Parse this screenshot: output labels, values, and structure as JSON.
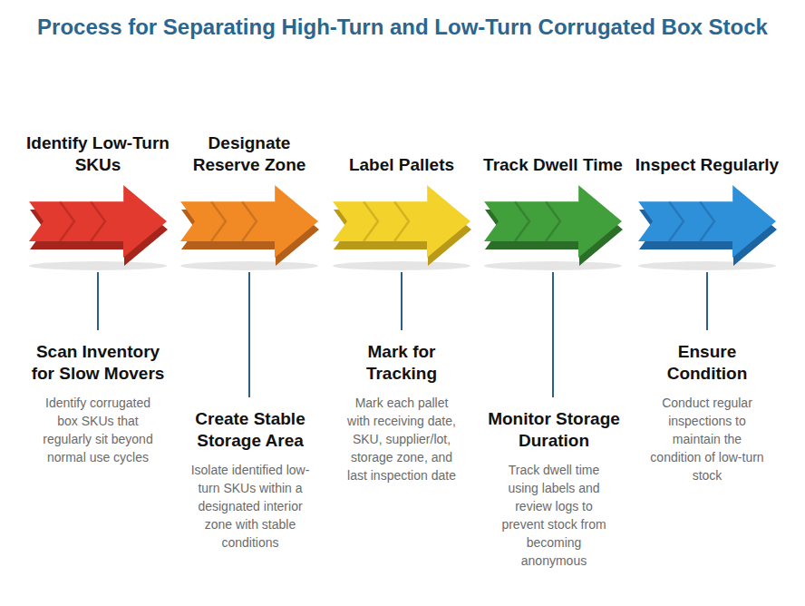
{
  "diagram": {
    "title": "Process for Separating High-Turn and Low-Turn Corrugated Box Stock",
    "nodes": [
      {
        "text": [
          "Identify Low-Turn SKUs"
        ]
      },
      {
        "text": [
          "Designate Reserve Zone"
        ]
      },
      {
        "text": [
          "Label Pallets"
        ]
      },
      {
        "text": [
          "Track Dwell Time"
        ]
      },
      {
        "text": [
          "Inspect Regularly"
        ]
      },
      {
        "text": [
          "Scan Inventory for Slow Movers",
          "Identify corrugated box SKUs that regularly sit beyond normal use cycles"
        ]
      },
      {
        "text": [
          "Create Stable Storage Area",
          "Isolate identified low-turn SKUs within a designated interior zone with stable conditions"
        ]
      },
      {
        "text": [
          "Mark for Tracking",
          "Mark each pallet with receiving date, SKU, supplier/lot, storage zone, and last inspection date"
        ]
      },
      {
        "text": [
          "Monitor Storage Duration",
          "Track dwell time using labels and review logs to prevent stock from becoming anonymous"
        ]
      },
      {
        "text": [
          "Ensure Condition",
          "Conduct regular inspections to maintain the condition of low-turn stock"
        ]
      }
    ],
    "edges": [
      {
        "from": 0,
        "to": 5,
        "arrow": "none"
      },
      {
        "from": 1,
        "to": 6,
        "arrow": "none"
      },
      {
        "from": 2,
        "to": 7,
        "arrow": "none"
      },
      {
        "from": 3,
        "to": 8,
        "arrow": "none"
      },
      {
        "from": 4,
        "to": 9,
        "arrow": "none"
      }
    ]
  }
}
